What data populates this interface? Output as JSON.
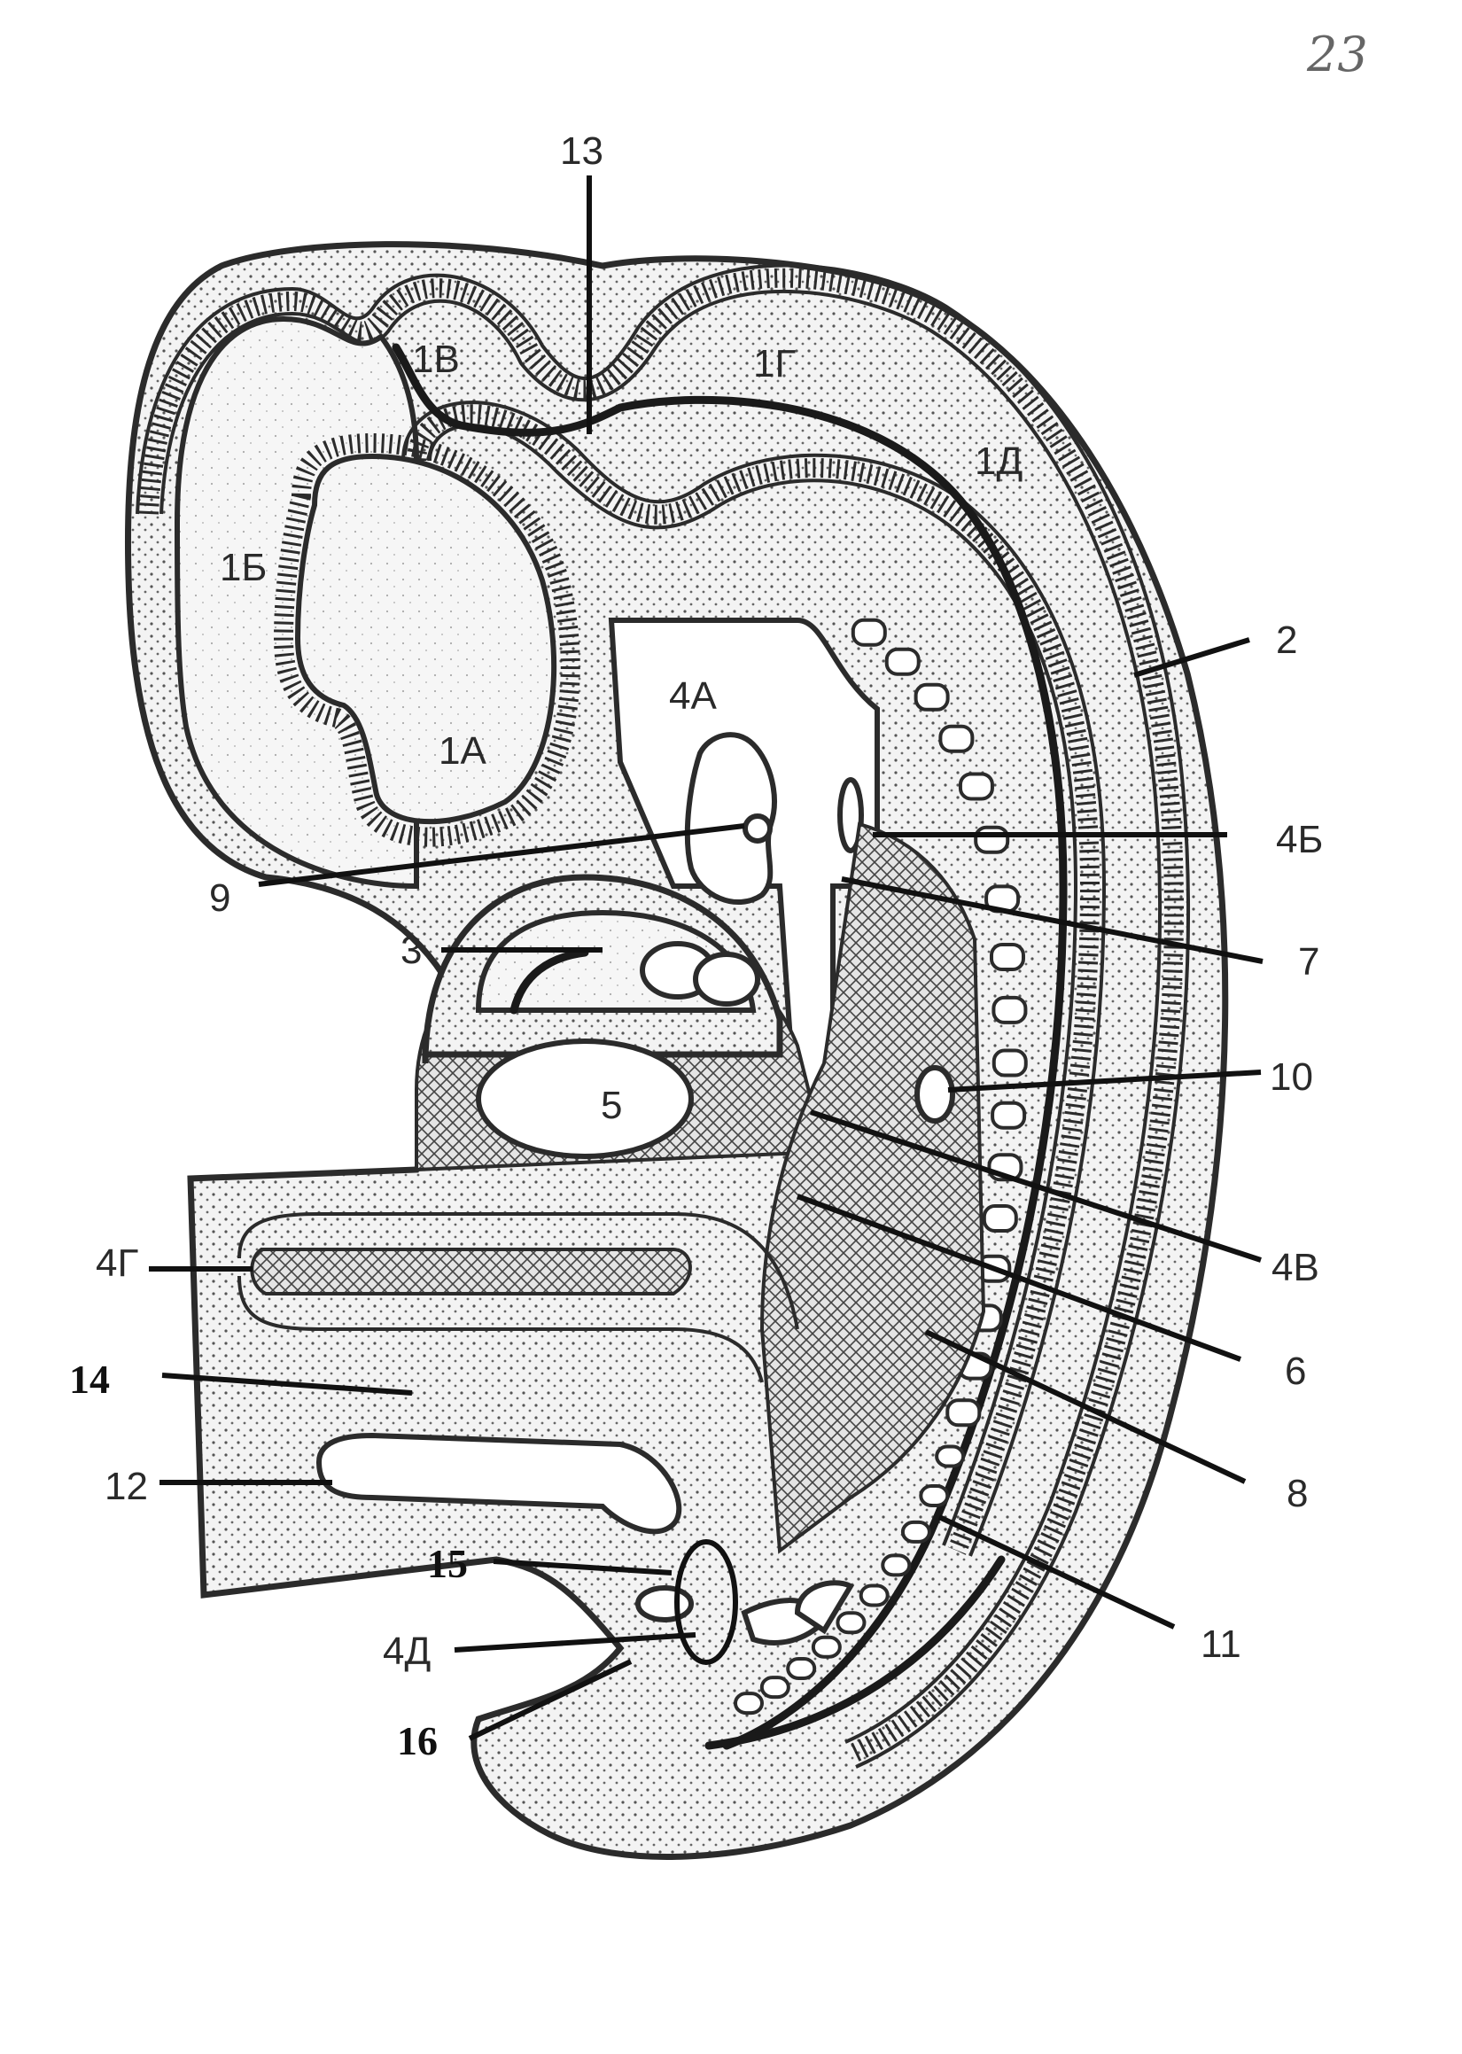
{
  "page_number": "23",
  "labels": {
    "l13": "13",
    "l1v": "1В",
    "l1g": "1Г",
    "l1d": "1Д",
    "l1b": "1Б",
    "l1a": "1А",
    "l2": "2",
    "l4a": "4А",
    "l4b": "4Б",
    "l9": "9",
    "l7": "7",
    "l3": "3",
    "l10": "10",
    "l5": "5",
    "l4v": "4В",
    "l4g": "4Г",
    "l6": "6",
    "l14": "14",
    "l8": "8",
    "l12": "12",
    "l15": "15",
    "l11": "11",
    "l4d": "4Д",
    "l16": "16"
  }
}
